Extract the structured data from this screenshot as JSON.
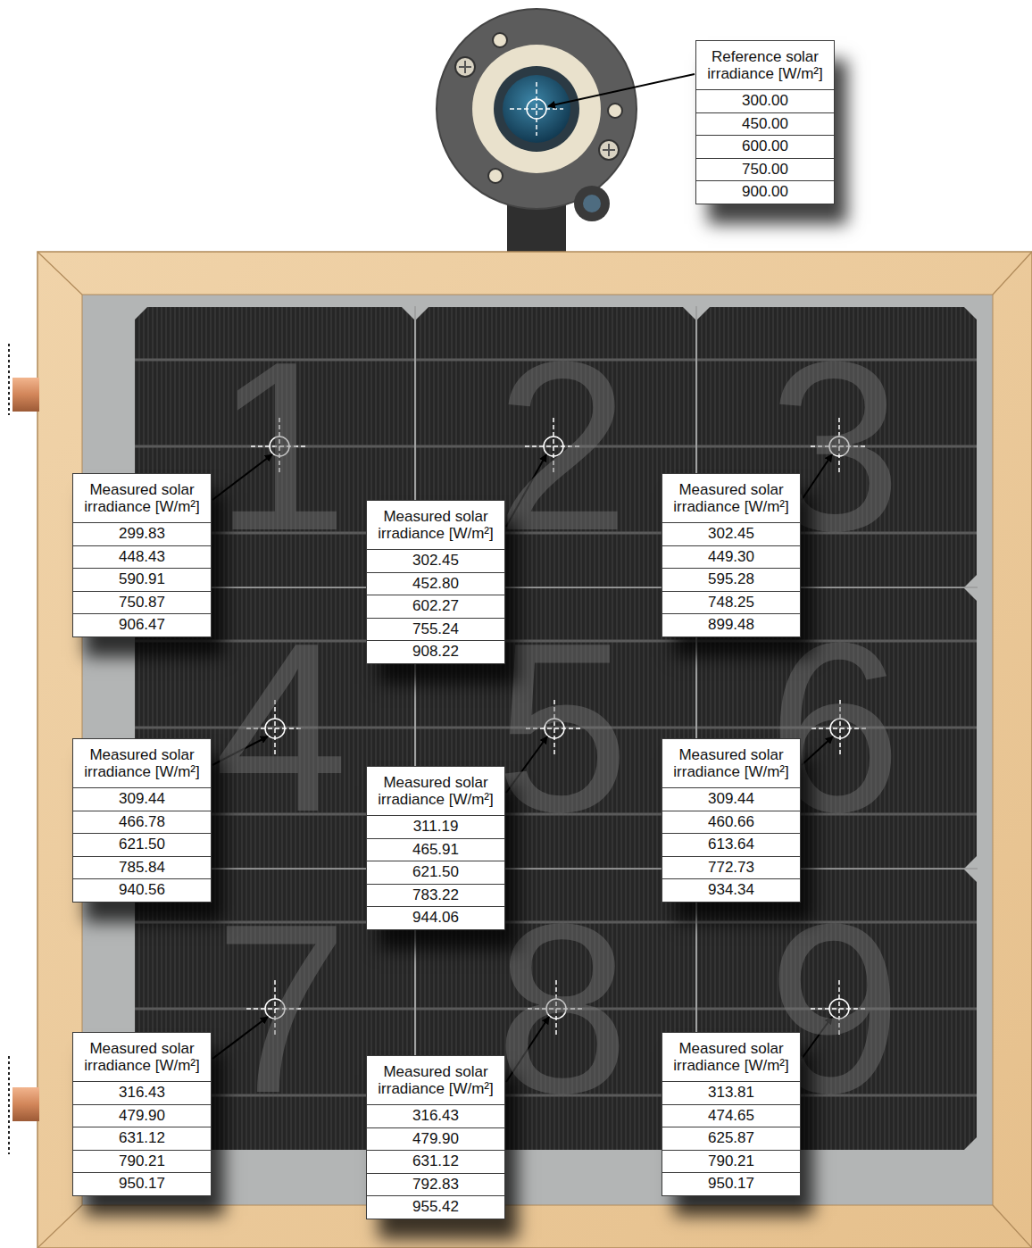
{
  "diagram": {
    "nodes": [
      {
        "text": [
          "Reference solar irradiance [W/m²]",
          "300.00",
          "450.00",
          "600.00",
          "750.00",
          "900.00"
        ]
      },
      {
        "text": [
          "Measured solar irradiance [W/m²]",
          "299.83",
          "448.43",
          "590.91",
          "750.87",
          "906.47"
        ]
      },
      {
        "text": [
          "Measured solar irradiance [W/m²]",
          "302.45",
          "452.80",
          "602.27",
          "755.24",
          "908.22"
        ]
      },
      {
        "text": [
          "Measured solar irradiance [W/m²]",
          "302.45",
          "449.30",
          "595.28",
          "748.25",
          "899.48"
        ]
      },
      {
        "text": [
          "Measured solar irradiance [W/m²]",
          "309.44",
          "466.78",
          "621.50",
          "785.84",
          "940.56"
        ]
      },
      {
        "text": [
          "Measured solar irradiance [W/m²]",
          "311.19",
          "465.91",
          "621.50",
          "783.22",
          "944.06"
        ]
      },
      {
        "text": [
          "Measured solar irradiance [W/m²]",
          "309.44",
          "460.66",
          "613.64",
          "772.73",
          "934.34"
        ]
      },
      {
        "text": [
          "Measured solar irradiance [W/m²]",
          "316.43",
          "479.90",
          "631.12",
          "790.21",
          "950.17"
        ]
      },
      {
        "text": [
          "Measured solar irradiance [W/m²]",
          "316.43",
          "479.90",
          "631.12",
          "792.83",
          "955.42"
        ]
      },
      {
        "text": [
          "Measured solar irradiance [W/m²]",
          "313.81",
          "474.65",
          "625.87",
          "790.21",
          "950.17"
        ]
      }
    ],
    "labels": [
      "1",
      "2",
      "3",
      "4",
      "5",
      "6",
      "7",
      "8",
      "9"
    ]
  }
}
